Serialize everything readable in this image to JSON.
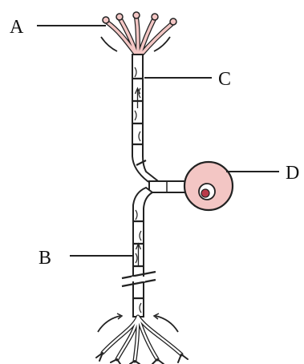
{
  "labels": {
    "a": "A",
    "b": "B",
    "c": "C",
    "d": "D"
  },
  "colors": {
    "cell_fill": "#f3c6c4",
    "outline": "#222222",
    "nucleus_fill": "#b93a4a",
    "ink": "#111111"
  }
}
